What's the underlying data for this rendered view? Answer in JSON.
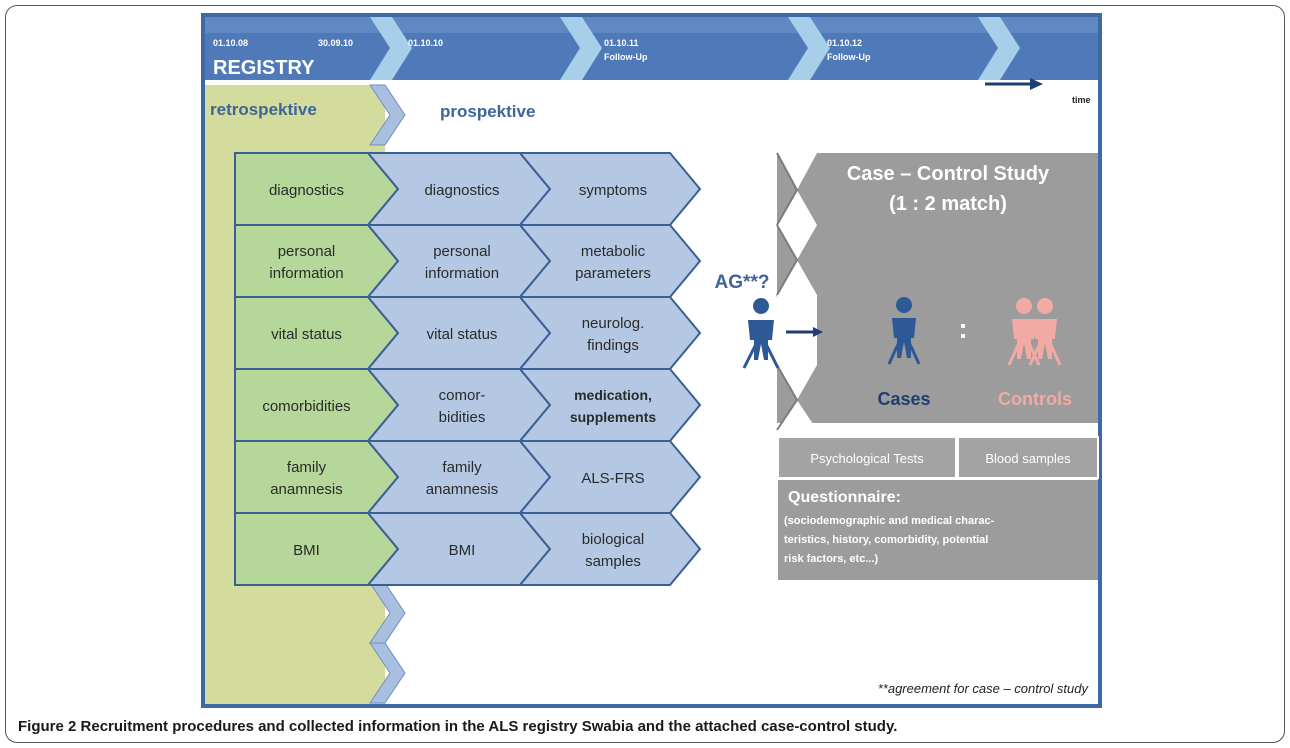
{
  "caption": {
    "label": "Figure 2",
    "text": "Recruitment procedures and collected information in the ALS registry Swabia and the attached case-control study."
  },
  "timeline": {
    "title": "REGISTRY",
    "date_start": "01.10.08",
    "date_end": "30.09.10",
    "date_prospective": "01.10.10",
    "followup1_date": "01.10.11",
    "followup1_label": "Follow-Up",
    "followup2_date": "01.10.12",
    "followup2_label": "Follow-Up",
    "time_label": "time"
  },
  "phases": {
    "retrospective": "retrospektive",
    "prospective": "prospektive"
  },
  "columns": {
    "retrospective": [
      "diagnostics",
      "personal\ninformation",
      "vital status",
      "comorbidities",
      "family\nanamnesis",
      "BMI"
    ],
    "prospective": [
      "diagnostics",
      "personal\ninformation",
      "vital status",
      "comor-\nbidities",
      "family\nanamnesis",
      "BMI"
    ],
    "followup": [
      "symptoms",
      "metabolic\nparameters",
      "neurolog.\nfindings",
      "medication,\nsupplements",
      "ALS-FRS",
      "biological\nsamples"
    ]
  },
  "agreement": {
    "label": "AG**?",
    "footnote": "**agreement for case – control study"
  },
  "case_control": {
    "title_line1": "Case – Control Study",
    "title_line2": "(1 : 2 match)",
    "ratio_colon": ":",
    "cases_label": "Cases",
    "controls_label": "Controls",
    "psych_tests": "Psychological Tests",
    "blood_samples": "Blood samples",
    "questionnaire_title": "Questionnaire:",
    "questionnaire_lines": [
      "(sociodemographic and medical charac-",
      "teristics, history, comorbidity, potential",
      "risk factors, etc...)"
    ]
  },
  "colors": {
    "timeline_blue": "#4f79b8",
    "frame_blue": "#3d6aa6",
    "retro_fill": "#d3dc9d",
    "green_box": "#b5d89a",
    "blue_box": "#b4c8e4",
    "box_border": "#3a5f93",
    "grey_panel": "#9c9c9c",
    "person_blue": "#2d5a96",
    "person_pink": "#f2aaa4",
    "cases_navy": "#1f3d73",
    "text_blue": "#3f6498"
  }
}
